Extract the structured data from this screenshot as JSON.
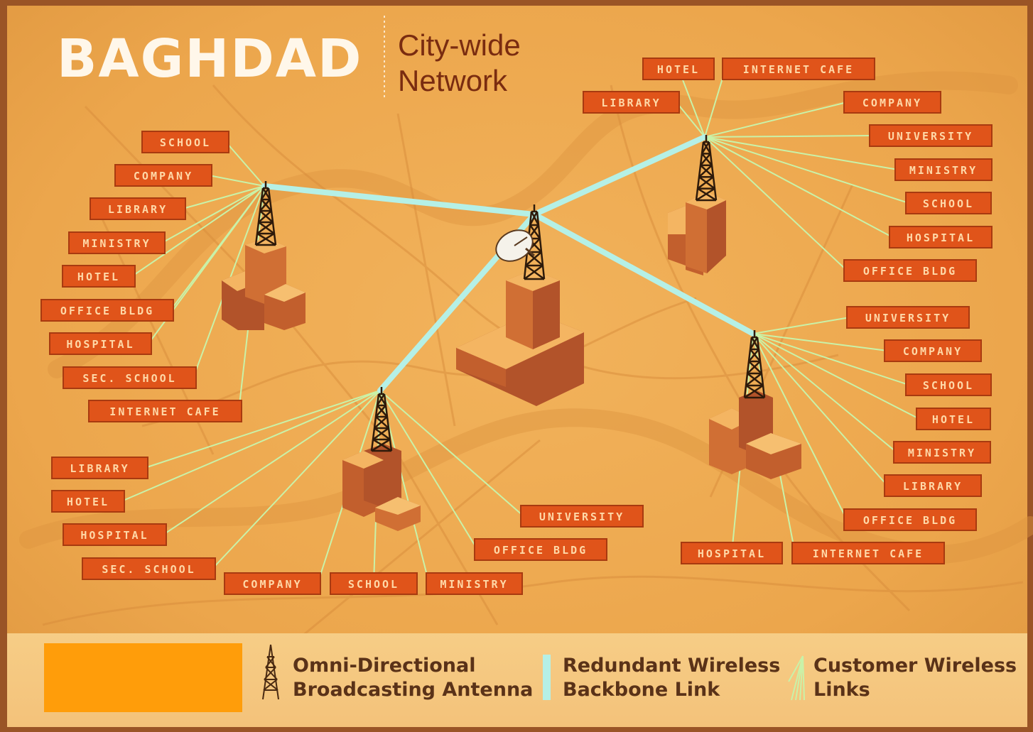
{
  "title": {
    "city": "BAGHDAD",
    "subtitle_line1": "City-wide",
    "subtitle_line2": "Network"
  },
  "colors": {
    "map_background": "#eea94e",
    "label_fill": "#e0541a",
    "label_text": "#ffd9a8",
    "backbone_link": "#b5f0e6",
    "customer_link": "#c9f2a8",
    "building_light": "#f4b562",
    "building_mid": "#d06f34",
    "building_dark": "#b2532a",
    "legend_swatch": "#ff9d0a"
  },
  "nodes": [
    {
      "id": "central",
      "role": "central-hub-with-satellite-dish"
    },
    {
      "id": "west",
      "role": "tower"
    },
    {
      "id": "northeast",
      "role": "tower"
    },
    {
      "id": "southwest",
      "role": "tower"
    },
    {
      "id": "southeast",
      "role": "tower"
    }
  ],
  "backbone_links": [
    {
      "from": "central",
      "to": "west"
    },
    {
      "from": "central",
      "to": "northeast"
    },
    {
      "from": "central",
      "to": "southwest"
    },
    {
      "from": "central",
      "to": "southeast"
    }
  ],
  "customers": {
    "west": [
      "SCHOOL",
      "COMPANY",
      "LIBRARY",
      "MINISTRY",
      "HOTEL",
      "OFFICE BLDG",
      "HOSPITAL",
      "SEC. SCHOOL",
      "INTERNET CAFE"
    ],
    "northeast": [
      "HOTEL",
      "INTERNET CAFE",
      "LIBRARY",
      "COMPANY",
      "UNIVERSITY",
      "MINISTRY",
      "SCHOOL",
      "HOSPITAL",
      "OFFICE BLDG"
    ],
    "southwest": [
      "LIBRARY",
      "HOTEL",
      "HOSPITAL",
      "SEC. SCHOOL",
      "COMPANY",
      "SCHOOL",
      "MINISTRY",
      "OFFICE BLDG",
      "UNIVERSITY"
    ],
    "southeast": [
      "UNIVERSITY",
      "COMPANY",
      "SCHOOL",
      "HOTEL",
      "MINISTRY",
      "LIBRARY",
      "OFFICE BLDG",
      "HOSPITAL",
      "INTERNET CAFE"
    ]
  },
  "legend": {
    "antenna_line1": "Omni-Directional",
    "antenna_line2": "Broadcasting Antenna",
    "backbone_line1": "Redundant Wireless",
    "backbone_line2": "Backbone Link",
    "customer_line1": "Customer Wireless",
    "customer_line2": "Links",
    "antenna_icon": "antenna-tower-icon",
    "backbone_icon": "backbone-bar-icon",
    "customer_icon": "radiating-links-icon"
  }
}
